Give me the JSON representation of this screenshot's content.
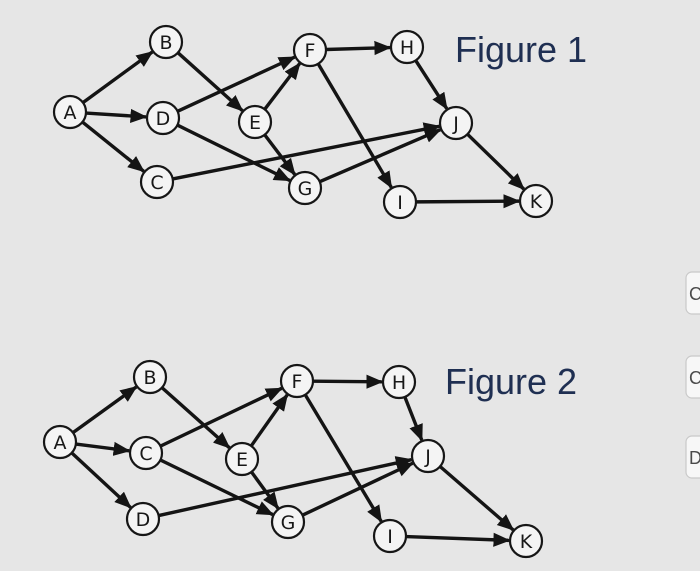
{
  "figures": [
    {
      "title": "Figure 1",
      "nodes": [
        {
          "id": "A",
          "label": "A"
        },
        {
          "id": "B",
          "label": "B"
        },
        {
          "id": "D",
          "label": "D"
        },
        {
          "id": "C",
          "label": "C"
        },
        {
          "id": "E",
          "label": "E"
        },
        {
          "id": "F",
          "label": "F"
        },
        {
          "id": "G",
          "label": "G"
        },
        {
          "id": "H",
          "label": "H"
        },
        {
          "id": "I",
          "label": "I"
        },
        {
          "id": "J",
          "label": "J"
        },
        {
          "id": "K",
          "label": "K"
        }
      ],
      "edges": [
        {
          "from": "A",
          "to": "B"
        },
        {
          "from": "A",
          "to": "D"
        },
        {
          "from": "A",
          "to": "C"
        },
        {
          "from": "B",
          "to": "E"
        },
        {
          "from": "D",
          "to": "F"
        },
        {
          "from": "D",
          "to": "G"
        },
        {
          "from": "E",
          "to": "F"
        },
        {
          "from": "E",
          "to": "G"
        },
        {
          "from": "C",
          "to": "J"
        },
        {
          "from": "F",
          "to": "H"
        },
        {
          "from": "F",
          "to": "I"
        },
        {
          "from": "H",
          "to": "J"
        },
        {
          "from": "G",
          "to": "J"
        },
        {
          "from": "J",
          "to": "K"
        },
        {
          "from": "I",
          "to": "K"
        }
      ]
    },
    {
      "title": "Figure 2",
      "nodes": [
        {
          "id": "A",
          "label": "A"
        },
        {
          "id": "B",
          "label": "B"
        },
        {
          "id": "C",
          "label": "C"
        },
        {
          "id": "D",
          "label": "D"
        },
        {
          "id": "E",
          "label": "E"
        },
        {
          "id": "F",
          "label": "F"
        },
        {
          "id": "G",
          "label": "G"
        },
        {
          "id": "H",
          "label": "H"
        },
        {
          "id": "I",
          "label": "I"
        },
        {
          "id": "J",
          "label": "J"
        },
        {
          "id": "K",
          "label": "K"
        }
      ],
      "edges": [
        {
          "from": "A",
          "to": "B"
        },
        {
          "from": "A",
          "to": "C"
        },
        {
          "from": "A",
          "to": "D"
        },
        {
          "from": "B",
          "to": "E"
        },
        {
          "from": "C",
          "to": "F"
        },
        {
          "from": "C",
          "to": "G"
        },
        {
          "from": "E",
          "to": "F"
        },
        {
          "from": "E",
          "to": "G"
        },
        {
          "from": "D",
          "to": "J"
        },
        {
          "from": "F",
          "to": "H"
        },
        {
          "from": "F",
          "to": "I"
        },
        {
          "from": "H",
          "to": "J"
        },
        {
          "from": "G",
          "to": "J"
        },
        {
          "from": "J",
          "to": "K"
        },
        {
          "from": "I",
          "to": "K"
        }
      ]
    }
  ],
  "side_tabs": [
    "C",
    "C",
    "D"
  ]
}
